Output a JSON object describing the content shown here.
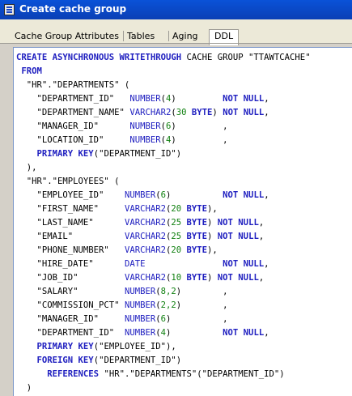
{
  "window": {
    "title": "Create cache group",
    "icon": "window-app-icon"
  },
  "tabs": [
    {
      "label": "Cache Group Attributes"
    },
    {
      "label": "Tables"
    },
    {
      "label": "Aging"
    },
    {
      "label": "DDL"
    }
  ],
  "ddl": {
    "lines": [
      [
        [
          "k",
          "CREATE ASYNCHRONOUS WRITETHROUGH "
        ],
        [
          "n",
          "CACHE GROUP "
        ],
        [
          "n",
          "\"TTAWTCACHE\""
        ]
      ],
      [
        [
          "n",
          " "
        ],
        [
          "k",
          "FROM"
        ]
      ],
      [
        [
          "n",
          "  \"HR\".\"DEPARTMENTS\" ("
        ]
      ],
      [
        [
          "n",
          "    \"DEPARTMENT_ID\"   "
        ],
        [
          "t",
          "NUMBER"
        ],
        [
          "n",
          "("
        ],
        [
          "v",
          "4"
        ],
        [
          "n",
          ")         "
        ],
        [
          "k",
          "NOT NULL"
        ],
        [
          "n",
          ","
        ]
      ],
      [
        [
          "n",
          "    \"DEPARTMENT_NAME\" "
        ],
        [
          "t",
          "VARCHAR2"
        ],
        [
          "n",
          "("
        ],
        [
          "v",
          "30"
        ],
        [
          "n",
          " "
        ],
        [
          "k",
          "BYTE"
        ],
        [
          "n",
          ") "
        ],
        [
          "k",
          "NOT NULL"
        ],
        [
          "n",
          ","
        ]
      ],
      [
        [
          "n",
          "    \"MANAGER_ID\"      "
        ],
        [
          "t",
          "NUMBER"
        ],
        [
          "n",
          "("
        ],
        [
          "v",
          "6"
        ],
        [
          "n",
          ")         ,"
        ]
      ],
      [
        [
          "n",
          "    \"LOCATION_ID\"     "
        ],
        [
          "t",
          "NUMBER"
        ],
        [
          "n",
          "("
        ],
        [
          "v",
          "4"
        ],
        [
          "n",
          ")         ,"
        ]
      ],
      [
        [
          "n",
          "    "
        ],
        [
          "k",
          "PRIMARY KEY"
        ],
        [
          "n",
          "(\"DEPARTMENT_ID\")"
        ]
      ],
      [
        [
          "n",
          "  ),"
        ]
      ],
      [
        [
          "n",
          "  \"HR\".\"EMPLOYEES\" ("
        ]
      ],
      [
        [
          "n",
          "    \"EMPLOYEE_ID\"    "
        ],
        [
          "t",
          "NUMBER"
        ],
        [
          "n",
          "("
        ],
        [
          "v",
          "6"
        ],
        [
          "n",
          ")          "
        ],
        [
          "k",
          "NOT NULL"
        ],
        [
          "n",
          ","
        ]
      ],
      [
        [
          "n",
          "    \"FIRST_NAME\"     "
        ],
        [
          "t",
          "VARCHAR2"
        ],
        [
          "n",
          "("
        ],
        [
          "v",
          "20"
        ],
        [
          "n",
          " "
        ],
        [
          "k",
          "BYTE"
        ],
        [
          "n",
          "),"
        ]
      ],
      [
        [
          "n",
          "    \"LAST_NAME\"      "
        ],
        [
          "t",
          "VARCHAR2"
        ],
        [
          "n",
          "("
        ],
        [
          "v",
          "25"
        ],
        [
          "n",
          " "
        ],
        [
          "k",
          "BYTE"
        ],
        [
          "n",
          ") "
        ],
        [
          "k",
          "NOT NULL"
        ],
        [
          "n",
          ","
        ]
      ],
      [
        [
          "n",
          "    \"EMAIL\"          "
        ],
        [
          "t",
          "VARCHAR2"
        ],
        [
          "n",
          "("
        ],
        [
          "v",
          "25"
        ],
        [
          "n",
          " "
        ],
        [
          "k",
          "BYTE"
        ],
        [
          "n",
          ") "
        ],
        [
          "k",
          "NOT NULL"
        ],
        [
          "n",
          ","
        ]
      ],
      [
        [
          "n",
          "    \"PHONE_NUMBER\"   "
        ],
        [
          "t",
          "VARCHAR2"
        ],
        [
          "n",
          "("
        ],
        [
          "v",
          "20"
        ],
        [
          "n",
          " "
        ],
        [
          "k",
          "BYTE"
        ],
        [
          "n",
          "),"
        ]
      ],
      [
        [
          "n",
          "    \"HIRE_DATE\"      "
        ],
        [
          "t",
          "DATE"
        ],
        [
          "n",
          "               "
        ],
        [
          "k",
          "NOT NULL"
        ],
        [
          "n",
          ","
        ]
      ],
      [
        [
          "n",
          "    \"JOB_ID\"         "
        ],
        [
          "t",
          "VARCHAR2"
        ],
        [
          "n",
          "("
        ],
        [
          "v",
          "10"
        ],
        [
          "n",
          " "
        ],
        [
          "k",
          "BYTE"
        ],
        [
          "n",
          ") "
        ],
        [
          "k",
          "NOT NULL"
        ],
        [
          "n",
          ","
        ]
      ],
      [
        [
          "n",
          "    \"SALARY\"         "
        ],
        [
          "t",
          "NUMBER"
        ],
        [
          "n",
          "("
        ],
        [
          "v",
          "8,2"
        ],
        [
          "n",
          ")        ,"
        ]
      ],
      [
        [
          "n",
          "    \"COMMISSION_PCT\" "
        ],
        [
          "t",
          "NUMBER"
        ],
        [
          "n",
          "("
        ],
        [
          "v",
          "2,2"
        ],
        [
          "n",
          ")        ,"
        ]
      ],
      [
        [
          "n",
          "    \"MANAGER_ID\"     "
        ],
        [
          "t",
          "NUMBER"
        ],
        [
          "n",
          "("
        ],
        [
          "v",
          "6"
        ],
        [
          "n",
          ")          ,"
        ]
      ],
      [
        [
          "n",
          "    \"DEPARTMENT_ID\"  "
        ],
        [
          "t",
          "NUMBER"
        ],
        [
          "n",
          "("
        ],
        [
          "v",
          "4"
        ],
        [
          "n",
          ")          "
        ],
        [
          "k",
          "NOT NULL"
        ],
        [
          "n",
          ","
        ]
      ],
      [
        [
          "n",
          "    "
        ],
        [
          "k",
          "PRIMARY KEY"
        ],
        [
          "n",
          "(\"EMPLOYEE_ID\"),"
        ]
      ],
      [
        [
          "n",
          "    "
        ],
        [
          "k",
          "FOREIGN KEY"
        ],
        [
          "n",
          "(\"DEPARTMENT_ID\")"
        ]
      ],
      [
        [
          "n",
          "      "
        ],
        [
          "k",
          "REFERENCES"
        ],
        [
          "n",
          " \"HR\".\"DEPARTMENTS\"(\"DEPARTMENT_ID\")"
        ]
      ],
      [
        [
          "n",
          "  )"
        ]
      ]
    ]
  }
}
